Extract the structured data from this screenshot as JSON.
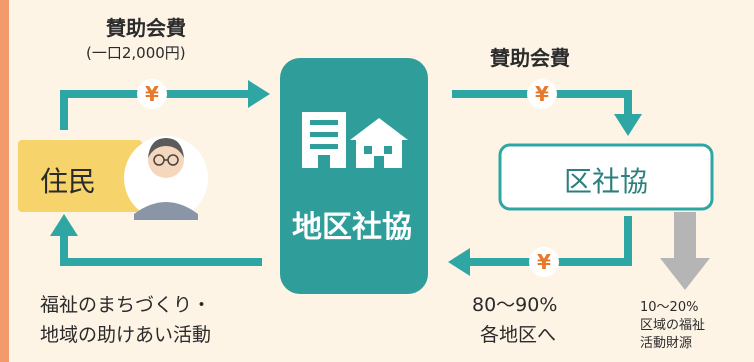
{
  "labels": {
    "top_left_fee": "賛助会費",
    "top_left_unit": "(一口2,000円)",
    "top_right_fee": "賛助会費",
    "resident": "住民",
    "center_org": "地区社協",
    "district_org": "区社協",
    "bottom_left_line1": "福祉のまちづくり・",
    "bottom_left_line2": "地域の助けあい活動",
    "percent_range": "80〜90%",
    "percent_dest": "各地区へ",
    "side_range": "10〜20%",
    "side_line1": "区域の福祉",
    "side_line2": "活動財源"
  },
  "yen_symbol": "¥",
  "icons": [
    "building-icon",
    "house-icon",
    "person-avatar"
  ],
  "colors": {
    "teal": "#2ea7a4",
    "center_box": "#2f9e9a",
    "resident_box": "#f7d36b",
    "district_box_border": "#2ea7a4",
    "yen": "#e8792a",
    "gray_arrow": "#b5b5b5",
    "left_stripe": "#f29a6e"
  }
}
